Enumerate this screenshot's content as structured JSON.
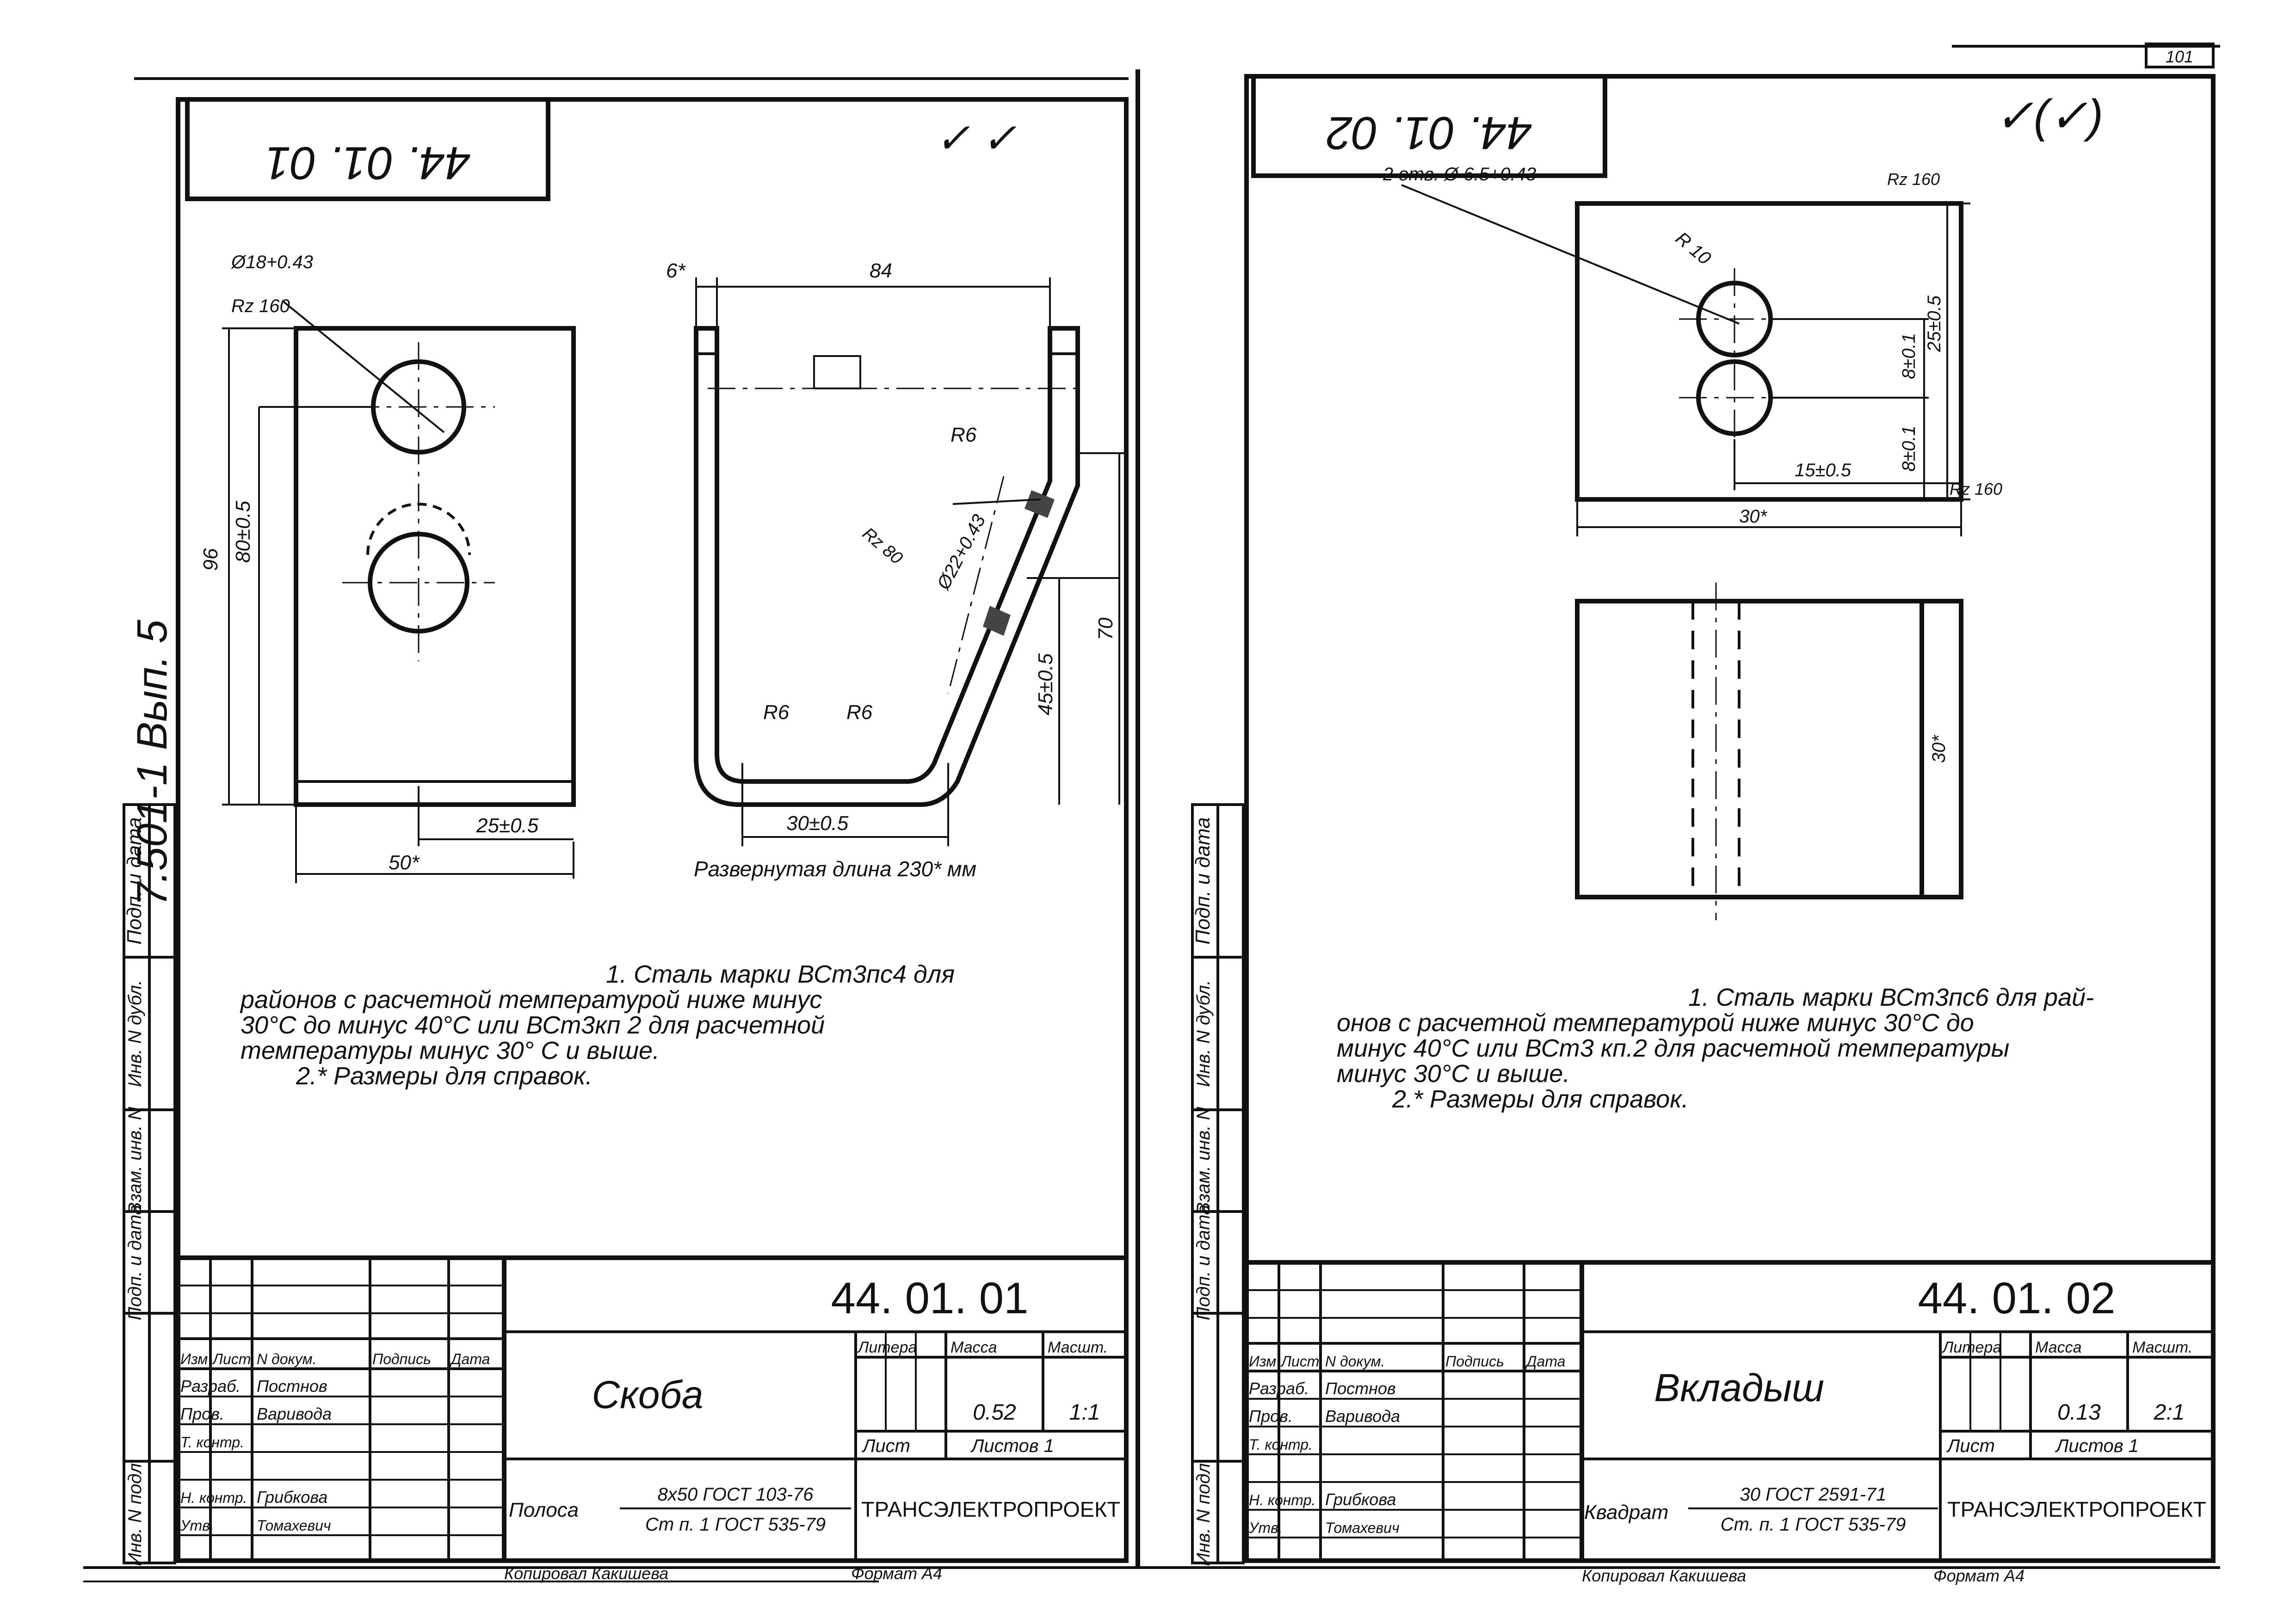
{
  "sheet_number": "101",
  "series_label": "7.501-1 Вып. 5",
  "side_labels": [
    "Подп. и дата",
    "Инв. N дубл.",
    "Взам. инв. N",
    "Подп. и дата",
    "Инв. N подл."
  ],
  "left": {
    "code_mirrored": "44. 01. 01",
    "roughness_mark": "✓ ✓",
    "dims": {
      "hole": "Ø18+0.43",
      "rz": "Rz 160",
      "d1": "96",
      "d2": "80±0.5",
      "d3": "25±0.5",
      "d4": "50*",
      "d5": "6*",
      "d6": "84",
      "r1": "R6",
      "d7": "Ø22+0.43",
      "rz2": "Rz 80",
      "d8": "45±0.5",
      "d9": "70",
      "r2": "R6",
      "r3": "R6",
      "d10": "30±0.5",
      "unfold": "Развернутая длина 230* мм"
    },
    "notes": [
      "1. Сталь марки ВСт3пс4 для",
      "районов с расчетной температурой ниже минус",
      "30°С до минус 40°С или ВСт3кп 2 для расчетной",
      "температуры минус 30° С и выше.",
      "2.* Размеры для справок."
    ],
    "title_block": {
      "designation": "44. 01. 01",
      "name": "Скоба",
      "col_headers": [
        "Изм",
        "Лист",
        "N докум.",
        "Подпись",
        "Дата"
      ],
      "rows": [
        {
          "role": "Разраб.",
          "name": "Постнов"
        },
        {
          "role": "Пров.",
          "name": "Варивода"
        },
        {
          "role": "Т. контр.",
          "name": ""
        },
        {
          "role": "Н. контр.",
          "name": "Грибкова"
        },
        {
          "role": "Утв.",
          "name": "Томахевич"
        }
      ],
      "litera": "Литера",
      "mass": "Масса",
      "scale": "Масшт.",
      "mass_val": "0.52",
      "scale_val": "1:1",
      "sheet": "Лист",
      "sheets": "Листов 1",
      "material_type": "Полоса",
      "material_top": "8x50 ГОСТ 103-76",
      "material_bottom": "Ст п. 1 ГОСТ 535-79",
      "org": "ТРАНСЭЛЕКТРОПРОЕКТ"
    },
    "footer_copied": "Копировал Какишева",
    "footer_format": "Формат А4"
  },
  "right": {
    "code_mirrored": "44. 01. 02",
    "roughness_mark": "✓(✓)",
    "dims": {
      "holes": "2 отв. Ø 6.5+0.43",
      "rz": "Rz 160",
      "r": "R 10",
      "d1": "8±0.1",
      "d2": "25±0.5",
      "d3": "8±0.1",
      "d4": "15±0.5",
      "rz2": "Rz 160",
      "d5": "30*",
      "d6": "30*"
    },
    "notes": [
      "1. Сталь марки ВСт3пс6 для рай-",
      "онов с расчетной температурой ниже минус 30°С до",
      "минус 40°С или ВСт3 кп.2 для расчетной температуры",
      "минус 30°С и выше.",
      "2.* Размеры для справок."
    ],
    "title_block": {
      "designation": "44. 01. 02",
      "name": "Вкладыш",
      "col_headers": [
        "Изм",
        "Лист",
        "N докум.",
        "Подпись",
        "Дата"
      ],
      "rows": [
        {
          "role": "Разраб.",
          "name": "Постнов"
        },
        {
          "role": "Пров.",
          "name": "Варивода"
        },
        {
          "role": "Т. контр.",
          "name": ""
        },
        {
          "role": "Н. контр.",
          "name": "Грибкова"
        },
        {
          "role": "Утв.",
          "name": "Томахевич"
        }
      ],
      "litera": "Литера",
      "mass": "Масса",
      "scale": "Масшт.",
      "mass_val": "0.13",
      "scale_val": "2:1",
      "sheet": "Лист",
      "sheets": "Листов 1",
      "material_type": "Квадрат",
      "material_top": "30 ГОСТ 2591-71",
      "material_bottom": "Ст. п. 1 ГОСТ 535-79",
      "org": "ТРАНСЭЛЕКТРОПРОЕКТ"
    },
    "footer_copied": "Копировал Какишева",
    "footer_format": "Формат А4"
  }
}
